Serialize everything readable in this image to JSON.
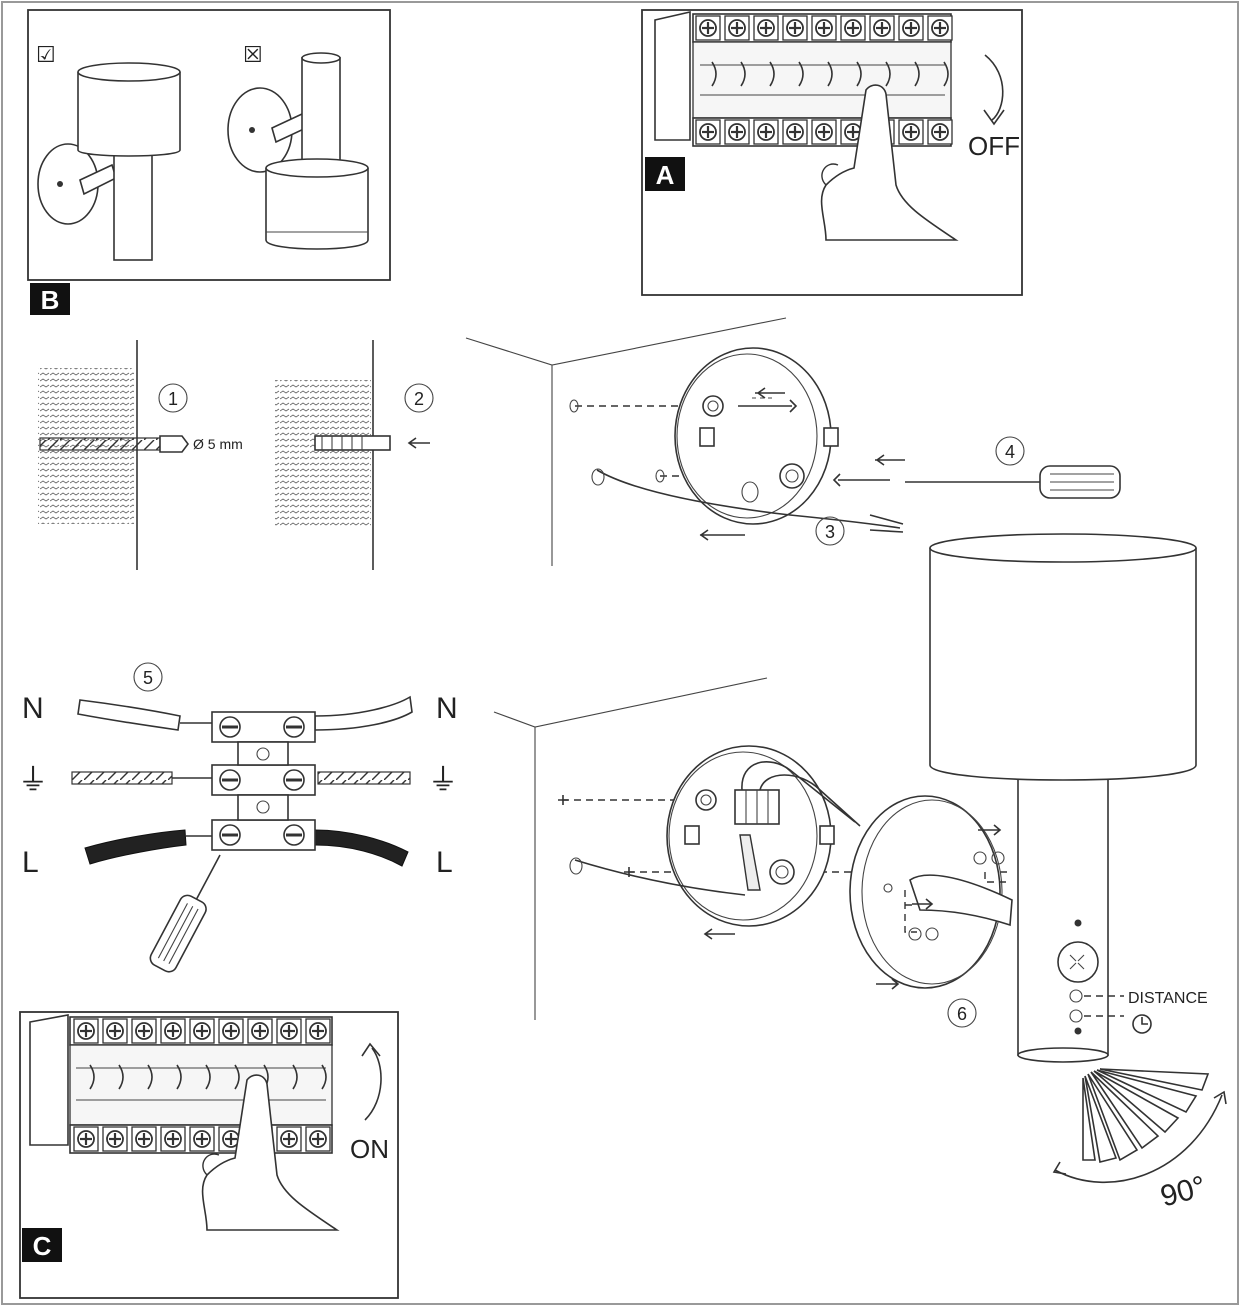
{
  "panels": {
    "A": {
      "badge": "A",
      "switch_label": "OFF"
    },
    "B": {
      "badge": "B",
      "correct_mark": "☑",
      "wrong_mark": "☒"
    },
    "C": {
      "badge": "C",
      "switch_label": "ON"
    }
  },
  "steps": {
    "s1": {
      "num": "1",
      "drill_label": "Ø 5 mm"
    },
    "s2": {
      "num": "2"
    },
    "s3": {
      "num": "3"
    },
    "s4": {
      "num": "4"
    },
    "s5": {
      "num": "5",
      "neutral": "N",
      "live": "L",
      "earth_symbol": "⏚"
    },
    "s6": {
      "num": "6"
    }
  },
  "sensor": {
    "distance_label": "DISTANCE",
    "angle_label": "90°"
  }
}
